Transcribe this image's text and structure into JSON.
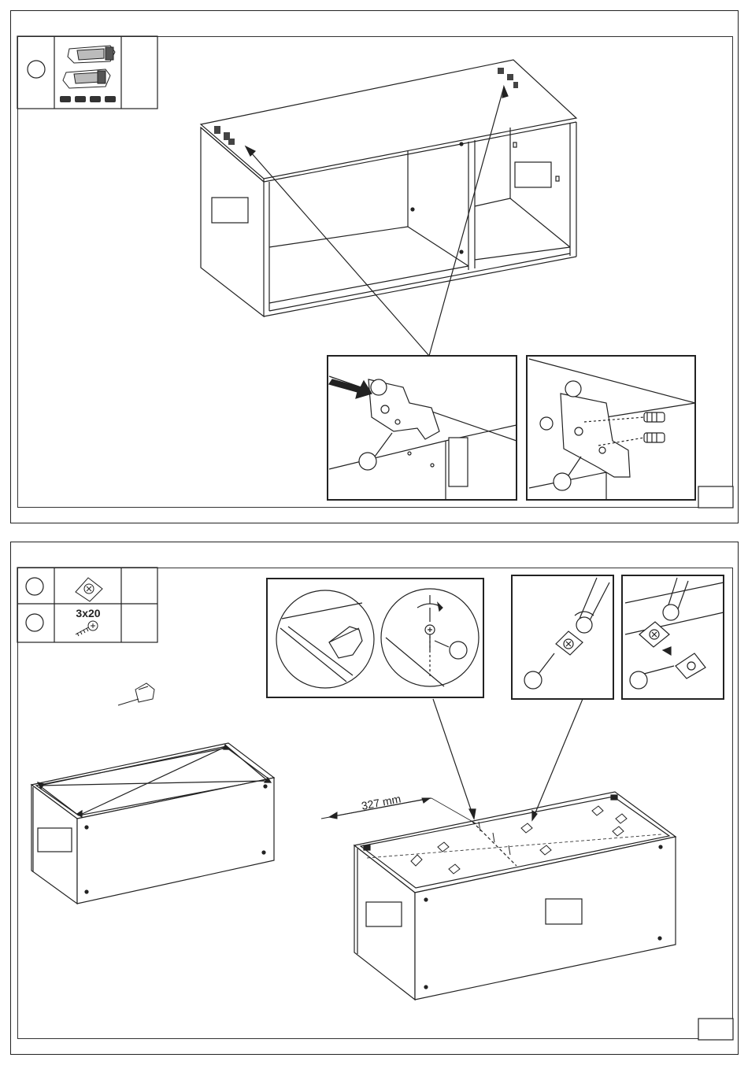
{
  "step1": {
    "parts_table": [
      {
        "id": "",
        "part": "cabinet-hanger-bracket-set",
        "qty": ""
      }
    ],
    "callouts": [
      "",
      ""
    ],
    "page_box": ""
  },
  "step2": {
    "parts_table": [
      {
        "id": "",
        "part": "corner-joint-bracket",
        "qty": ""
      },
      {
        "id": "",
        "part": "screw",
        "size": "3x20",
        "qty": ""
      }
    ],
    "measurement": "327 mm",
    "callouts": [
      "",
      "",
      ""
    ],
    "page_box": ""
  },
  "colors": {
    "line": "#222222",
    "background": "#ffffff"
  }
}
